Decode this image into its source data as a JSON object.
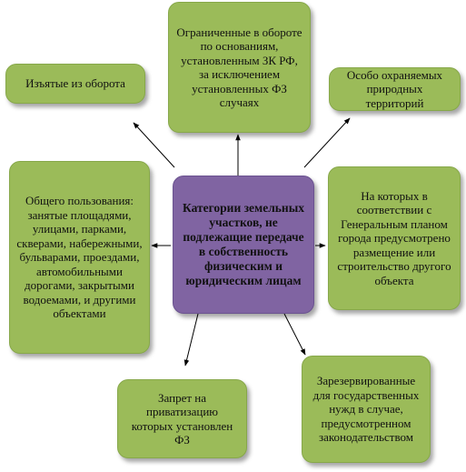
{
  "diagram": {
    "center": "Категории земельных участков, не подлежащие передаче в собственность физическим и юридическим лицам",
    "nodes": {
      "withdrawn": "Изъятые из оборота",
      "restricted": "Ограниченные в обороте по основаниям, установленным ЗК РФ, за исключением установленных ФЗ случаях",
      "protected": "Особо охраняемых природных территорий",
      "common_use": "Общего пользования: занятые площадями, улицами, парками, скверами, набережными, бульварами, проездами, автомобильными дорогами, закрытыми водоемами, и другими объектами",
      "general_plan": "На которых в соответствии с Генеральным планом города предусмотрено размещение или строительство другого объекта",
      "privatization_ban": "Запрет на приватизацию которых установлен ФЗ",
      "reserved": "Зарезервированные для государственных нужд в случае, предусмотренном законодательством"
    },
    "colors": {
      "node_fill": "#9bbb59",
      "center_fill": "#8064a2",
      "arrow": "#000000"
    }
  }
}
